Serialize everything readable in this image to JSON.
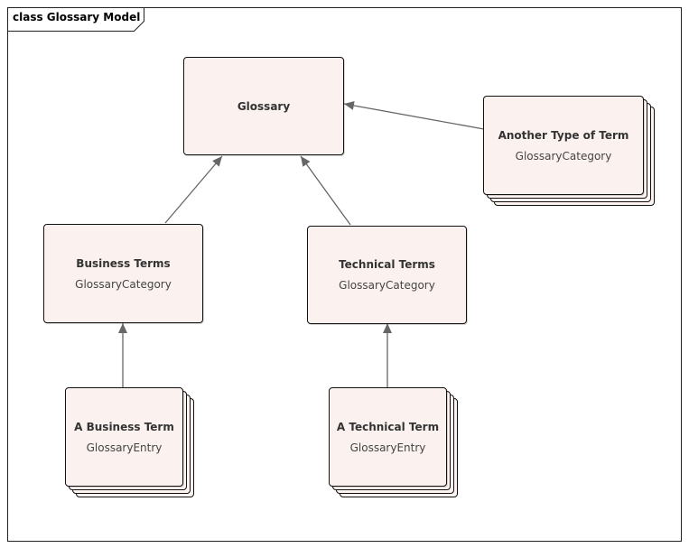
{
  "diagram": {
    "title": "class Glossary Model",
    "colors": {
      "node_fill": "#fbf1ee",
      "border": "#111111",
      "edge": "#666666"
    },
    "nodes": [
      {
        "id": "glossary",
        "name": "Glossary",
        "stereotype": ""
      },
      {
        "id": "another_type_of_term",
        "name": "Another Type of Term",
        "stereotype": "GlossaryCategory"
      },
      {
        "id": "business_terms",
        "name": "Business Terms",
        "stereotype": "GlossaryCategory"
      },
      {
        "id": "technical_terms",
        "name": "Technical Terms",
        "stereotype": "GlossaryCategory"
      },
      {
        "id": "a_business_term",
        "name": "A Business Term",
        "stereotype": "GlossaryEntry"
      },
      {
        "id": "a_technical_term",
        "name": "A Technical Term",
        "stereotype": "GlossaryEntry"
      }
    ],
    "edges": [
      {
        "from": "another_type_of_term",
        "to": "glossary",
        "type": "generalization"
      },
      {
        "from": "business_terms",
        "to": "glossary",
        "type": "generalization"
      },
      {
        "from": "technical_terms",
        "to": "glossary",
        "type": "generalization"
      },
      {
        "from": "a_business_term",
        "to": "business_terms",
        "type": "generalization"
      },
      {
        "from": "a_technical_term",
        "to": "technical_terms",
        "type": "generalization"
      }
    ]
  }
}
